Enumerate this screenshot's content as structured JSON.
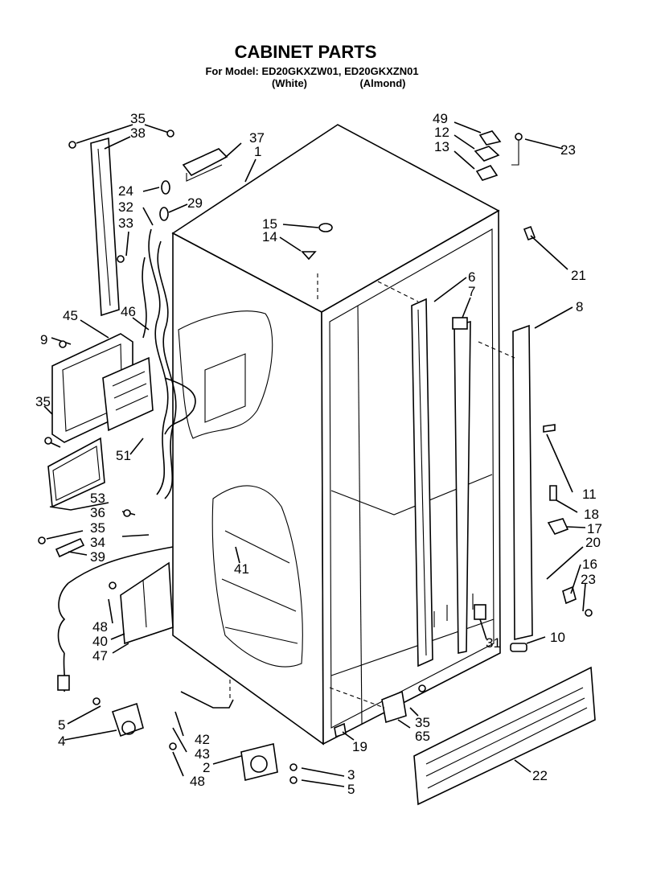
{
  "header": {
    "title": "CABINET PARTS",
    "model_line": "For Model: ED20GKXZW01, ED20GKXZN01",
    "variant_white": "(White)",
    "variant_almond": "(Almond)"
  },
  "callouts": {
    "p1": "1",
    "p2": "2",
    "p3": "3",
    "p4": "4",
    "p5a": "5",
    "p5b": "5",
    "p6": "6",
    "p7": "7",
    "p8": "8",
    "p9": "9",
    "p10": "10",
    "p11": "11",
    "p12": "12",
    "p13": "13",
    "p14": "14",
    "p15": "15",
    "p16": "16",
    "p17": "17",
    "p18": "18",
    "p19": "19",
    "p20": "20",
    "p21": "21",
    "p22": "22",
    "p23a": "23",
    "p23b": "23",
    "p24": "24",
    "p29": "29",
    "p31": "31",
    "p32": "32",
    "p33": "33",
    "p34": "34",
    "p35a": "35",
    "p35b": "35",
    "p35c": "35",
    "p35d": "35",
    "p36": "36",
    "p37": "37",
    "p38": "38",
    "p39": "39",
    "p40": "40",
    "p41": "41",
    "p42": "42",
    "p43": "43",
    "p45": "45",
    "p46": "46",
    "p47": "47",
    "p48a": "48",
    "p48b": "48",
    "p49": "49",
    "p51": "51",
    "p53": "53",
    "p65": "65"
  }
}
